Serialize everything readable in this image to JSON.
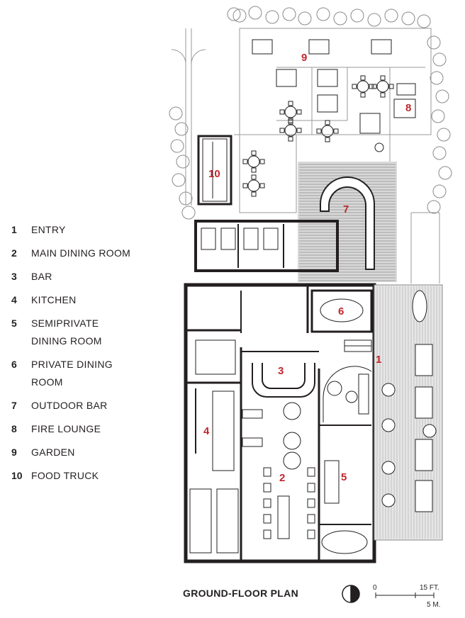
{
  "legend": [
    {
      "num": "1",
      "label": "ENTRY"
    },
    {
      "num": "2",
      "label": "MAIN DINING ROOM"
    },
    {
      "num": "3",
      "label": "BAR"
    },
    {
      "num": "4",
      "label": "KITCHEN"
    },
    {
      "num": "5",
      "label": "SEMIPRIVATE DINING ROOM"
    },
    {
      "num": "6",
      "label": "PRIVATE DINING ROOM"
    },
    {
      "num": "7",
      "label": "OUTDOOR BAR"
    },
    {
      "num": "8",
      "label": "FIRE LOUNGE"
    },
    {
      "num": "9",
      "label": "GARDEN"
    },
    {
      "num": "10",
      "label": "FOOD TRUCK"
    }
  ],
  "caption": "GROUND-FLOOR PLAN",
  "scale": {
    "zero": "0",
    "feet": "15 FT.",
    "meters": "5 M."
  },
  "plan_labels": [
    "1",
    "2",
    "3",
    "4",
    "5",
    "6",
    "7",
    "8",
    "9",
    "10"
  ],
  "colors": {
    "label_red": "#c1272d",
    "ink": "#231f20",
    "deck_gray": "#8a8a8a"
  }
}
